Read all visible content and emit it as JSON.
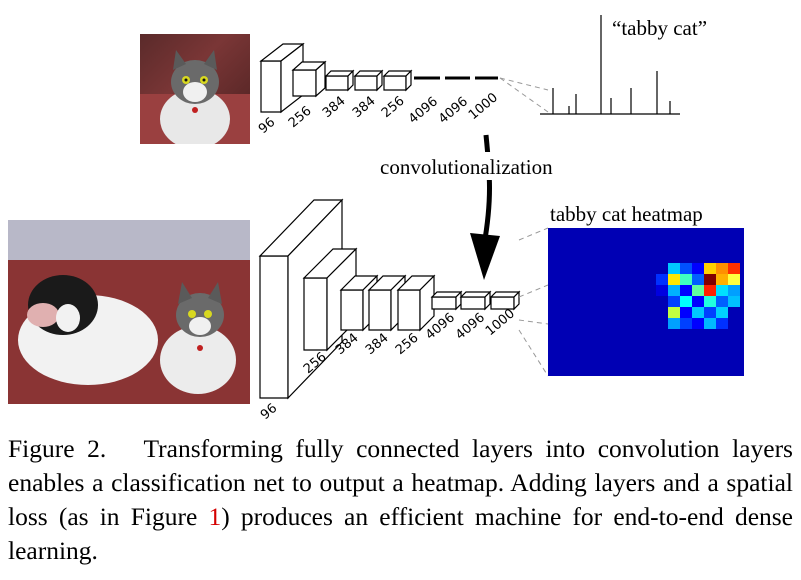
{
  "figure": {
    "top_output_label": "“tabby cat”",
    "bottom_output_label": "tabby cat heatmap",
    "arrow_label": "convolutionalization",
    "top_layer_labels": [
      "96",
      "256",
      "384",
      "384",
      "256",
      "4096",
      "4096",
      "1000"
    ],
    "bottom_layer_labels": [
      "96",
      "256",
      "384",
      "384",
      "256",
      "4096",
      "4096",
      "1000"
    ],
    "photo_top_name": "cat-photo",
    "photo_bottom_name": "dog-and-cat-photo"
  },
  "caption": {
    "prefix": "Figure 2.",
    "text_before_ref": "Transforming fully connected layers into convolution layers enables a classification net to output a heatmap. Adding layers and a spatial loss (as in Figure ",
    "ref": "1",
    "text_after_ref": ") produces an efficient machine for end-to-end dense learning."
  },
  "colors": {
    "ref_link": "#d40000",
    "heatmap_bg": "#0000b4"
  }
}
